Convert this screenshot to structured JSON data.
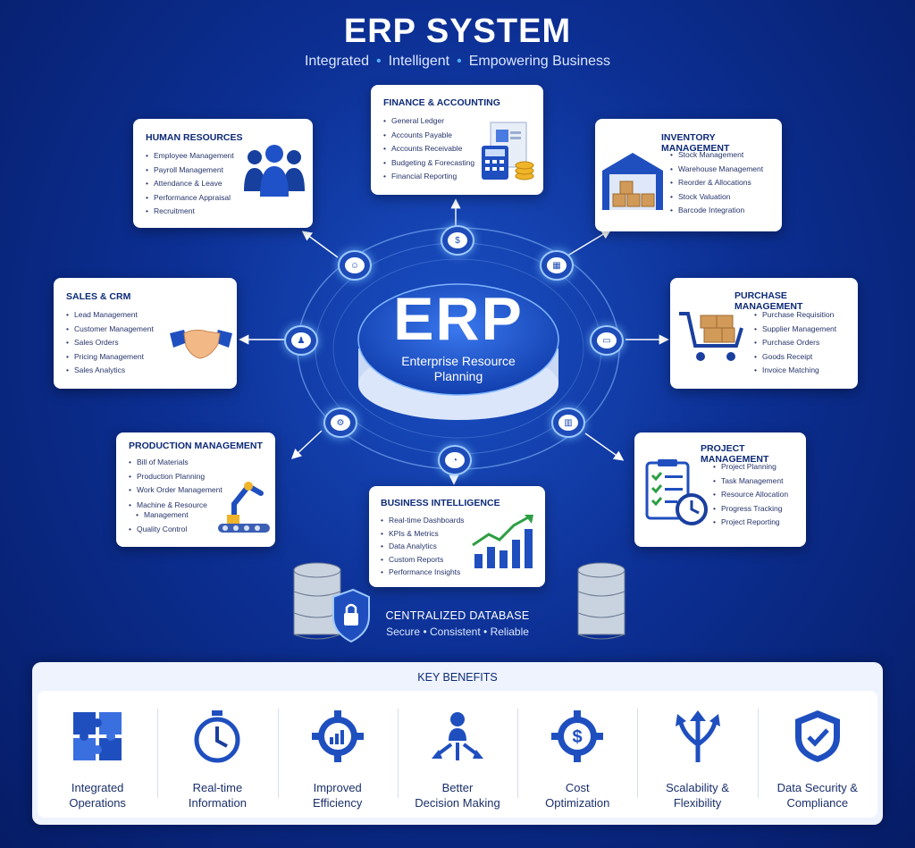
{
  "header": {
    "title": "ERP SYSTEM",
    "subtitle": [
      "Integrated",
      "Intelligent",
      "Empowering Business"
    ]
  },
  "center": {
    "big": "ERP",
    "line1": "Enterprise Resource",
    "line2": "Planning"
  },
  "modules": {
    "finance": {
      "title": "FINANCE & ACCOUNTING",
      "items": [
        "General Ledger",
        "Accounts Payable",
        "Accounts Receivable",
        "Budgeting & Forecasting",
        "Financial Reporting"
      ]
    },
    "hr": {
      "title": "HUMAN RESOURCES",
      "items": [
        "Employee Management",
        "Payroll Management",
        "Attendance & Leave",
        "Performance Appraisal",
        "Recruitment"
      ]
    },
    "inventory": {
      "title": "INVENTORY MANAGEMENT",
      "items": [
        "Stock Management",
        "Warehouse Management",
        "Reorder & Allocations",
        "Stock Valuation",
        "Barcode Integration"
      ]
    },
    "sales": {
      "title": "SALES & CRM",
      "items": [
        "Lead Management",
        "Customer Management",
        "Sales Orders",
        "Pricing Management",
        "Sales Analytics"
      ]
    },
    "purchase": {
      "title": "PURCHASE MANAGEMENT",
      "items": [
        "Purchase Requisition",
        "Supplier Management",
        "Purchase Orders",
        "Goods Receipt",
        "Invoice Matching"
      ]
    },
    "production": {
      "title": "PRODUCTION MANAGEMENT",
      "items": [
        "Bill of Materials",
        "Production Planning",
        "Work Order Management",
        "Machine & Resource",
        "Quality Control"
      ],
      "wrap": "Management"
    },
    "project": {
      "title": "PROJECT MANAGEMENT",
      "items": [
        "Project Planning",
        "Task Management",
        "Resource Allocation",
        "Progress Tracking",
        "Project Reporting"
      ]
    },
    "bi": {
      "title": "BUSINESS INTELLIGENCE",
      "items": [
        "Real-time Dashboards",
        "KPIs & Metrics",
        "Data Analytics",
        "Custom Reports",
        "Performance Insights"
      ]
    }
  },
  "database": {
    "title": "CENTRALIZED DATABASE",
    "sub": [
      "Secure",
      "Consistent",
      "Reliable"
    ]
  },
  "benefits": {
    "title": "KEY BENEFITS",
    "items": [
      {
        "l1": "Integrated",
        "l2": "Operations",
        "icon": "puzzle-icon"
      },
      {
        "l1": "Real-time",
        "l2": "Information",
        "icon": "stopwatch-icon"
      },
      {
        "l1": "Improved",
        "l2": "Efficiency",
        "icon": "gear-chart-icon"
      },
      {
        "l1": "Better",
        "l2": "Decision Making",
        "icon": "decision-icon"
      },
      {
        "l1": "Cost",
        "l2": "Optimization",
        "icon": "dollar-gear-icon"
      },
      {
        "l1": "Scalability &",
        "l2": "Flexibility",
        "icon": "arrows-icon"
      },
      {
        "l1": "Data Security &",
        "l2": "Compliance",
        "icon": "shield-check-icon"
      }
    ]
  },
  "colors": {
    "background": "#0c2f93",
    "accent": "#1d4bb8",
    "card": "#ffffff",
    "gold": "#f0b429",
    "green": "#2e9e44"
  }
}
